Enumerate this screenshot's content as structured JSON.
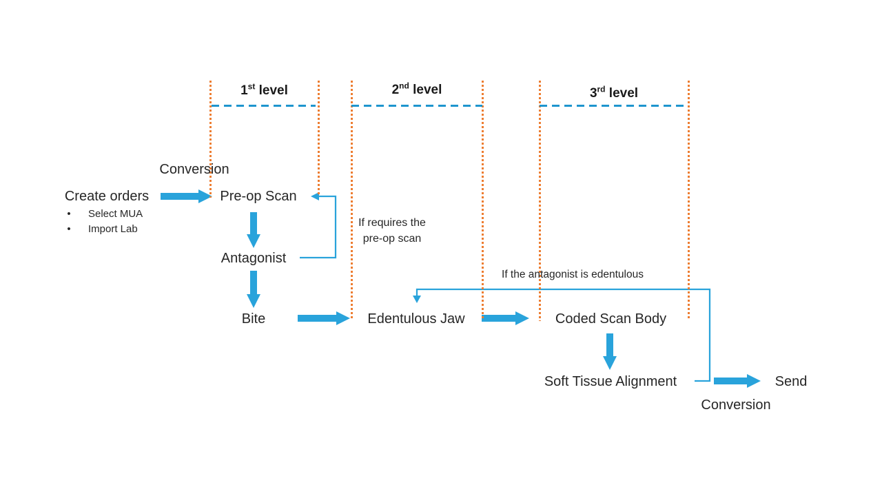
{
  "levels": [
    {
      "num": "1",
      "ordinal": "st",
      "suffix": " level"
    },
    {
      "num": "2",
      "ordinal": "nd",
      "suffix": " level"
    },
    {
      "num": "3",
      "ordinal": "rd",
      "suffix": " level"
    }
  ],
  "flow": {
    "conversion_label": "Conversion",
    "create_orders": "Create orders",
    "bullet_glyph": "•",
    "create_orders_bullets": [
      "Select MUA",
      "Import Lab"
    ],
    "preop_scan": "Pre-op Scan",
    "antagonist": "Antagonist",
    "bite": "Bite",
    "edentulous_jaw": "Edentulous Jaw",
    "coded_scan_body": "Coded Scan Body",
    "soft_tissue_alignment": "Soft Tissue Alignment",
    "send": "Send",
    "send_conversion_label": "Conversion"
  },
  "annotations": {
    "preop_condition_line1": "If requires the",
    "preop_condition_line2": "pre-op scan",
    "edentulous_condition": "If the antagonist is edentulous"
  },
  "colors": {
    "arrow_blue": "#29A3DB",
    "dashed_blue": "#1E95CE",
    "dotted_orange": "#ED7D31",
    "text": "#262626"
  }
}
